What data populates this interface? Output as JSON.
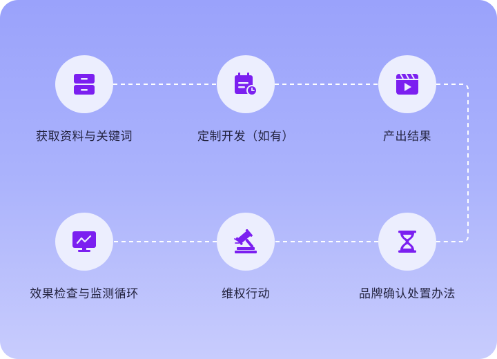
{
  "colors": {
    "icon": "#7b1ff0",
    "circle": "#eceefe",
    "connector": "#ffffff",
    "text": "#23233f"
  },
  "steps": [
    {
      "label": "获取资料与关键词",
      "icon": "cabinet-icon"
    },
    {
      "label": "定制开发（如有）",
      "icon": "calendar-clock-icon"
    },
    {
      "label": "产出结果",
      "icon": "video-clapper-icon"
    },
    {
      "label": "品牌确认处置办法",
      "icon": "hourglass-icon"
    },
    {
      "label": "维权行动",
      "icon": "gavel-icon"
    },
    {
      "label": "效果检查与监测循环",
      "icon": "monitor-chart-icon"
    }
  ]
}
